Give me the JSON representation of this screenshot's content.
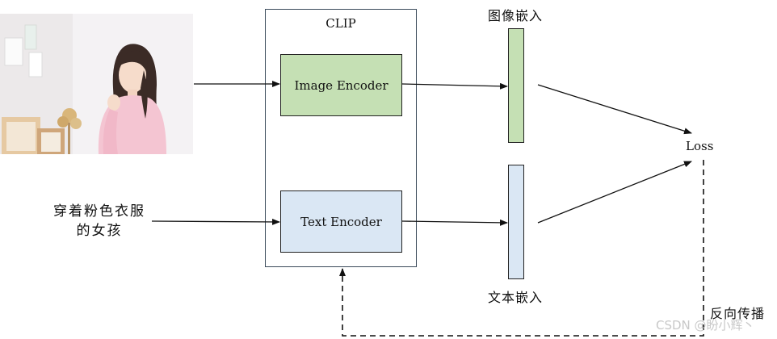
{
  "input_text": {
    "line1": "穿着粉色衣服",
    "line2": "的女孩"
  },
  "clip": {
    "title": "CLIP",
    "image_encoder": "Image Encoder",
    "text_encoder": "Text Encoder"
  },
  "labels": {
    "image_embedding": "图像嵌入",
    "text_embedding": "文本嵌入",
    "loss": "Loss",
    "backprop": "反向传播"
  },
  "watermark": "CSDN @盼小辉丶",
  "colors": {
    "image_green": "#c5e0b4",
    "text_blue": "#dae7f4"
  }
}
